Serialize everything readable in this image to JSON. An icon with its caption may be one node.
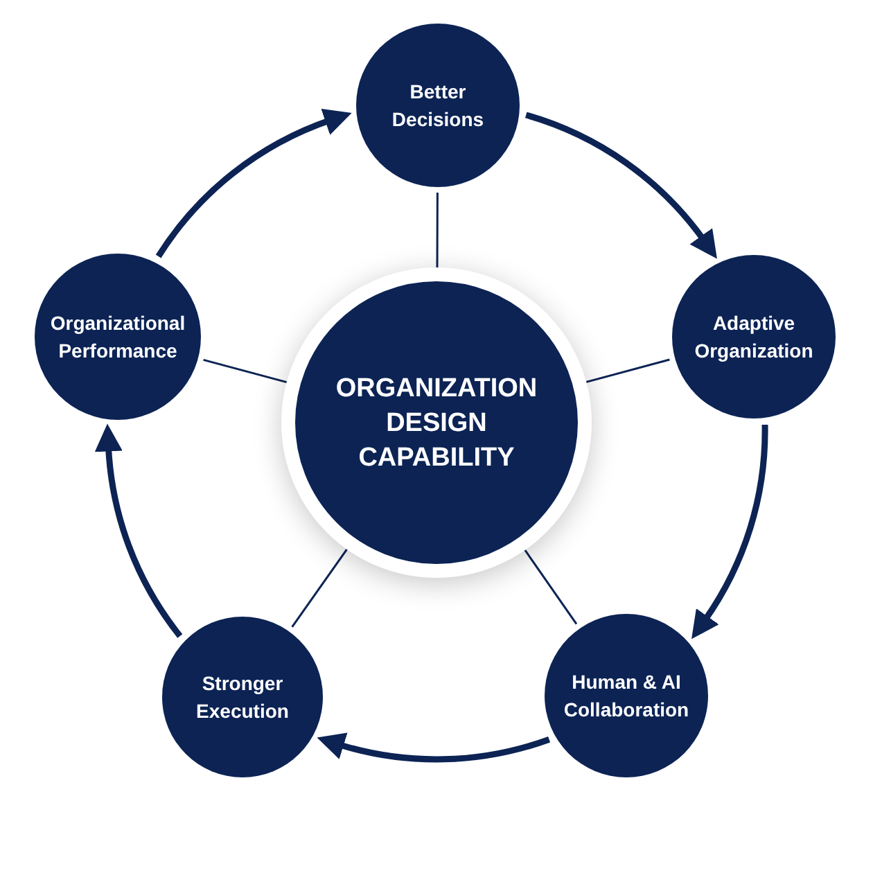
{
  "diagram": {
    "nodes": [
      {
        "text": [
          "ORGANIZATION DESIGN CAPABILITY"
        ]
      },
      {
        "text": [
          "Better Decisions"
        ]
      },
      {
        "text": [
          "Adaptive Organization"
        ]
      },
      {
        "text": [
          "Human & AI Collaboration"
        ]
      },
      {
        "text": [
          "Stronger Execution"
        ]
      },
      {
        "text": [
          "Organizational Performance"
        ]
      }
    ],
    "edges": [
      {
        "from": 1,
        "to": 2,
        "arrow": "to",
        "style": "thick"
      },
      {
        "from": 2,
        "to": 3,
        "arrow": "to",
        "style": "thick"
      },
      {
        "from": 3,
        "to": 4,
        "arrow": "to",
        "style": "thick"
      },
      {
        "from": 4,
        "to": 5,
        "arrow": "to",
        "style": "thick"
      },
      {
        "from": 5,
        "to": 1,
        "arrow": "to",
        "style": "thick"
      },
      {
        "from": 0,
        "to": 1,
        "arrow": "none"
      },
      {
        "from": 0,
        "to": 2,
        "arrow": "none"
      },
      {
        "from": 0,
        "to": 3,
        "arrow": "none"
      },
      {
        "from": 0,
        "to": 4,
        "arrow": "none"
      },
      {
        "from": 0,
        "to": 5,
        "arrow": "none"
      }
    ]
  }
}
